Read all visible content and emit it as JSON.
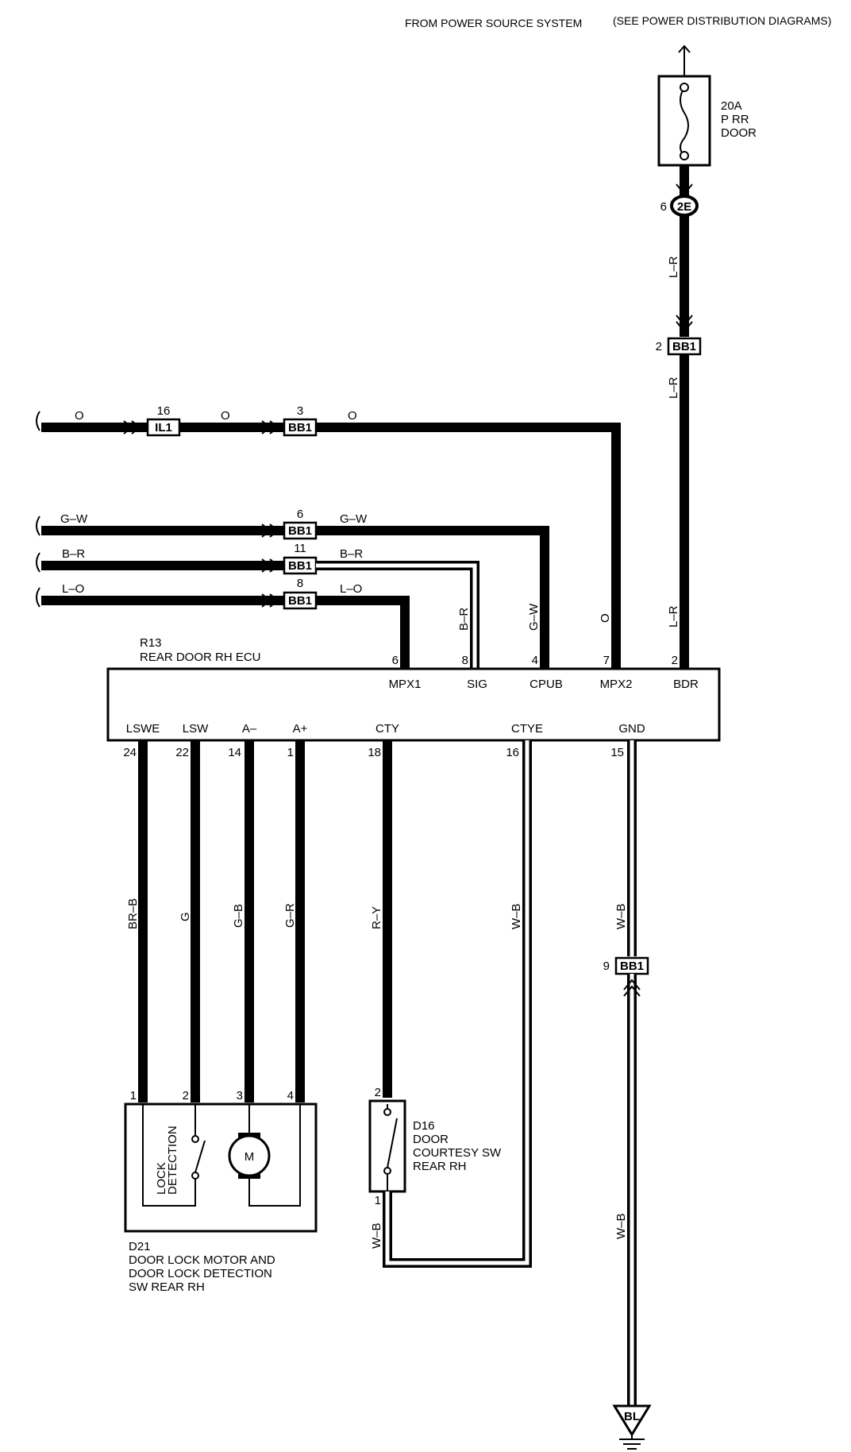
{
  "power_source": {
    "label": "FROM POWER SOURCE SYSTEM",
    "note": "(SEE POWER DISTRIBUTION DIAGRAMS)"
  },
  "fuse": {
    "rating": "20A",
    "name_line1": "P RR",
    "name_line2": "DOOR"
  },
  "junction_2e": {
    "pin": "6",
    "id": "2E"
  },
  "connectors": {
    "bb1_top": {
      "pin": "2",
      "id": "BB1"
    },
    "il1": {
      "pin": "16",
      "id": "IL1"
    },
    "bb1_o": {
      "pin": "3",
      "id": "BB1"
    },
    "bb1_gw": {
      "pin": "6",
      "id": "BB1"
    },
    "bb1_br": {
      "pin": "11",
      "id": "BB1"
    },
    "bb1_lo": {
      "pin": "8",
      "id": "BB1"
    },
    "bb1_gnd": {
      "pin": "9",
      "id": "BB1"
    }
  },
  "wire_colors": {
    "l_r": "L–R",
    "o": "O",
    "g_w": "G–W",
    "b_r": "B–R",
    "l_o": "L–O",
    "br_b": "BR–B",
    "g": "G",
    "g_b": "G–B",
    "g_r": "G–R",
    "r_y": "R–Y",
    "w_b": "W–B"
  },
  "ecu": {
    "id": "R13",
    "name": "REAR DOOR RH ECU",
    "top_pins": [
      {
        "num": "6",
        "label": "MPX1"
      },
      {
        "num": "8",
        "label": "SIG"
      },
      {
        "num": "4",
        "label": "CPUB"
      },
      {
        "num": "7",
        "label": "MPX2"
      },
      {
        "num": "2",
        "label": "BDR"
      }
    ],
    "bottom_pins": [
      {
        "num": "24",
        "label": "LSWE"
      },
      {
        "num": "22",
        "label": "LSW"
      },
      {
        "num": "14",
        "label": "A–"
      },
      {
        "num": "1",
        "label": "A+"
      },
      {
        "num": "18",
        "label": "CTY"
      },
      {
        "num": "16",
        "label": "CTYE"
      },
      {
        "num": "15",
        "label": "GND"
      }
    ]
  },
  "d21": {
    "id": "D21",
    "line1": "DOOR LOCK MOTOR AND",
    "line2": "DOOR LOCK DETECTION",
    "line3": "SW REAR RH",
    "pins": [
      "1",
      "2",
      "3",
      "4"
    ],
    "lock_label1": "LOCK",
    "lock_label2": "DETECTION",
    "motor_label": "M"
  },
  "d16": {
    "id": "D16",
    "line1": "DOOR",
    "line2": "COURTESY SW",
    "line3": "REAR RH",
    "pin_top": "2",
    "pin_bottom": "1"
  },
  "ground": {
    "id": "BL"
  }
}
